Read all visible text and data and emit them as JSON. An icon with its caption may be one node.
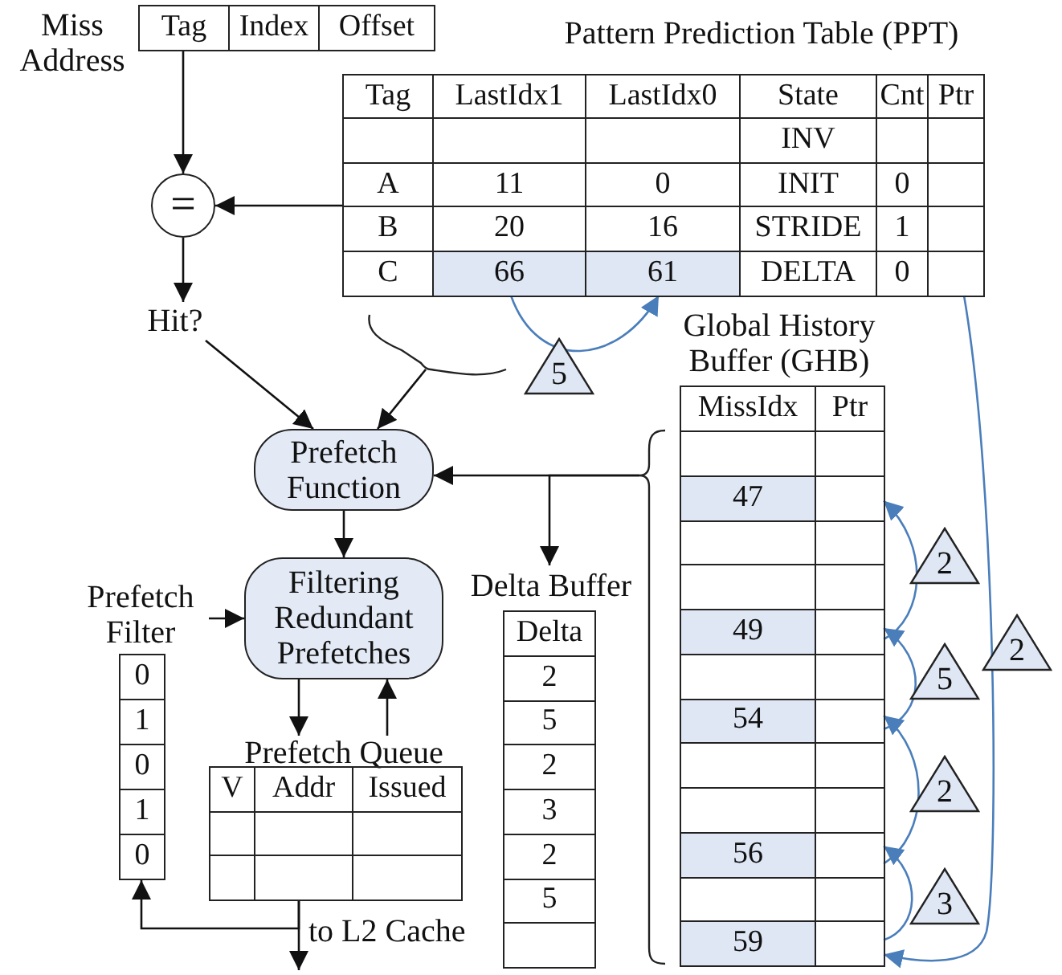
{
  "diagram": {
    "nodes": [
      {
        "text": [
          "Tag",
          "Index",
          "Offset"
        ],
        "beside": [
          "Miss Address"
        ]
      },
      {
        "text": [
          "Pattern Prediction Table (PPT)",
          "INV",
          "A",
          "11",
          "0",
          "INIT",
          "0",
          "B",
          "20",
          "16",
          "STRIDE",
          "1",
          "C",
          "DELTA",
          "0"
        ]
      },
      {
        "text": [
          "66"
        ],
        "in": 1
      },
      {
        "text": [
          "61"
        ],
        "in": 1
      },
      {
        "text": [],
        "shape": "box",
        "in": 1
      },
      {
        "text": [
          "="
        ]
      },
      {
        "text": [
          "Hit?"
        ]
      },
      {
        "text": [
          "Global History Buffer (GHB)",
          "MissIdx",
          "Ptr"
        ]
      },
      {
        "text": [
          "47"
        ],
        "in": 7
      },
      {
        "text": [
          "49"
        ],
        "in": 7
      },
      {
        "text": [
          "54"
        ],
        "in": 7
      },
      {
        "text": [
          "56"
        ],
        "in": 7
      },
      {
        "text": [
          "59"
        ],
        "in": 7
      },
      {
        "text": [
          "Prefetch Function"
        ]
      },
      {
        "text": [
          "Filtering Redundant Prefetches"
        ]
      },
      {
        "text": [
          "Prefetch Filter",
          "0",
          "1",
          "0",
          "1",
          "0"
        ]
      },
      {
        "text": [
          "Delta Buffer",
          "Delta",
          "2",
          "5",
          "2",
          "3",
          "2",
          "5"
        ]
      },
      {
        "text": [
          "Prefetch Queue",
          "V",
          "Addr",
          "Issued"
        ]
      },
      {
        "text": [
          "Tag"
        ],
        "in": 1
      },
      {
        "text": [
          "LastIdx1"
        ],
        "in": 1
      },
      {
        "text": [
          "LastIdx0"
        ],
        "in": 1
      },
      {
        "text": [
          "State"
        ],
        "in": 1
      },
      {
        "text": [
          "Cnt"
        ],
        "in": 1
      },
      {
        "text": [
          "Ptr"
        ],
        "in": 1
      }
    ],
    "edges": [
      {
        "from": 0,
        "to": 5,
        "arrow": "to"
      },
      {
        "from": 1,
        "to": 5,
        "arrow": "to"
      },
      {
        "from": 5,
        "to": 6,
        "arrow": "to"
      },
      {
        "from": 6,
        "to": 13,
        "arrow": "to"
      },
      {
        "from": 1,
        "to": 13,
        "arrow": "to"
      },
      {
        "from": 2,
        "to": 3,
        "arrow": "to",
        "label": "5",
        "color": "#4a7ebb"
      },
      {
        "from": 4,
        "to": 12,
        "arrow": "to",
        "label": "2",
        "color": "#4a7ebb"
      },
      {
        "from": 9,
        "to": 8,
        "arrow": "to",
        "label": "2",
        "color": "#4a7ebb"
      },
      {
        "from": 10,
        "to": 9,
        "arrow": "to",
        "label": "5",
        "color": "#4a7ebb"
      },
      {
        "from": 11,
        "to": 10,
        "arrow": "to",
        "label": "2",
        "color": "#4a7ebb"
      },
      {
        "from": 12,
        "to": 11,
        "arrow": "to",
        "label": "3",
        "color": "#4a7ebb"
      },
      {
        "from": 7,
        "to": 13,
        "arrow": "to"
      },
      {
        "from": 7,
        "to": 16,
        "arrow": "to"
      },
      {
        "from": 13,
        "to": 14,
        "arrow": "to"
      },
      {
        "from": 15,
        "to": 14,
        "arrow": "to"
      },
      {
        "from": 14,
        "to": 17,
        "arrow": "to"
      },
      {
        "from": 17,
        "to": 14,
        "arrow": "to"
      },
      {
        "from": 17,
        "to": null,
        "arrow": "to",
        "label": "to L2 Cache"
      },
      {
        "from": 17,
        "to": 15,
        "arrow": "to"
      }
    ]
  }
}
